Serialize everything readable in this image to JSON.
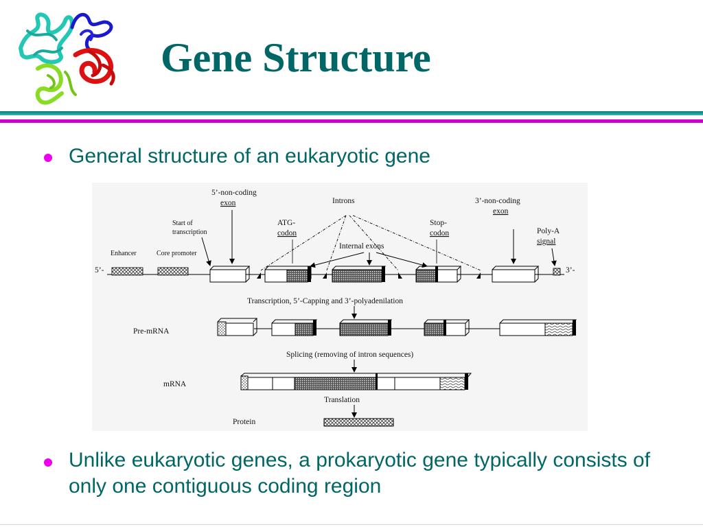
{
  "slide": {
    "title": "Gene Structure",
    "bullets": [
      "General structure of an eukaryotic gene",
      "Unlike eukaryotic genes, a prokaryotic gene typically consists of only one contiguous coding region"
    ]
  },
  "diagram": {
    "labels": {
      "five_prime": "5’-",
      "three_prime": "3’-",
      "enhancer": "Enhancer",
      "core_promoter": "Core promoter",
      "start_line1": "Start of",
      "start_line2": "transcription",
      "five_noncoding_line1": "5’-non-coding",
      "five_noncoding_line2": "exon",
      "introns": "Introns",
      "atg_line1": "ATG-",
      "atg_line2": "codon",
      "internal_exons": "Internal exons",
      "stop_line1": "Stop-",
      "stop_line2": "codon",
      "three_noncoding_line1": "3’-non-coding",
      "three_noncoding_line2": "exon",
      "polya_line1": "Poly-A",
      "polya_line2": "signal",
      "transcription_step": "Transcription, 5’-Capping and 3’-polyadenilation",
      "pre_mrna": "Pre-mRNA",
      "splicing_step": "Splicing (removing of intron sequences)",
      "mrna": "mRNA",
      "translation_step": "Translation",
      "protein": "Protein"
    }
  },
  "colors": {
    "title": "#006666",
    "bullet_text": "#006666",
    "bullet_dot": "#ee00ee",
    "rule_teal": "#0a7a78",
    "rule_magenta": "#cc00cc"
  }
}
